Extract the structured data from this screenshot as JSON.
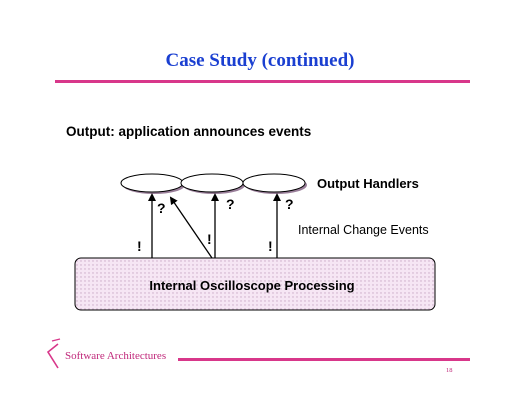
{
  "slide": {
    "title": "Case Study (continued)",
    "subtitle": "Output: application announces events",
    "page_number": "18"
  },
  "diagram": {
    "handlers_label": "Output Handlers",
    "events_label": "Internal Change Events",
    "processing_label": "Internal Oscilloscope Processing",
    "question_mark": "?",
    "exclamation": "!"
  },
  "footer": {
    "brand": "Software Architectures"
  },
  "colors": {
    "title": "#1a3fd1",
    "accent": "#d8378a",
    "processing_box_fill": "#f0dcef",
    "handler_fill": "#ffffff"
  }
}
